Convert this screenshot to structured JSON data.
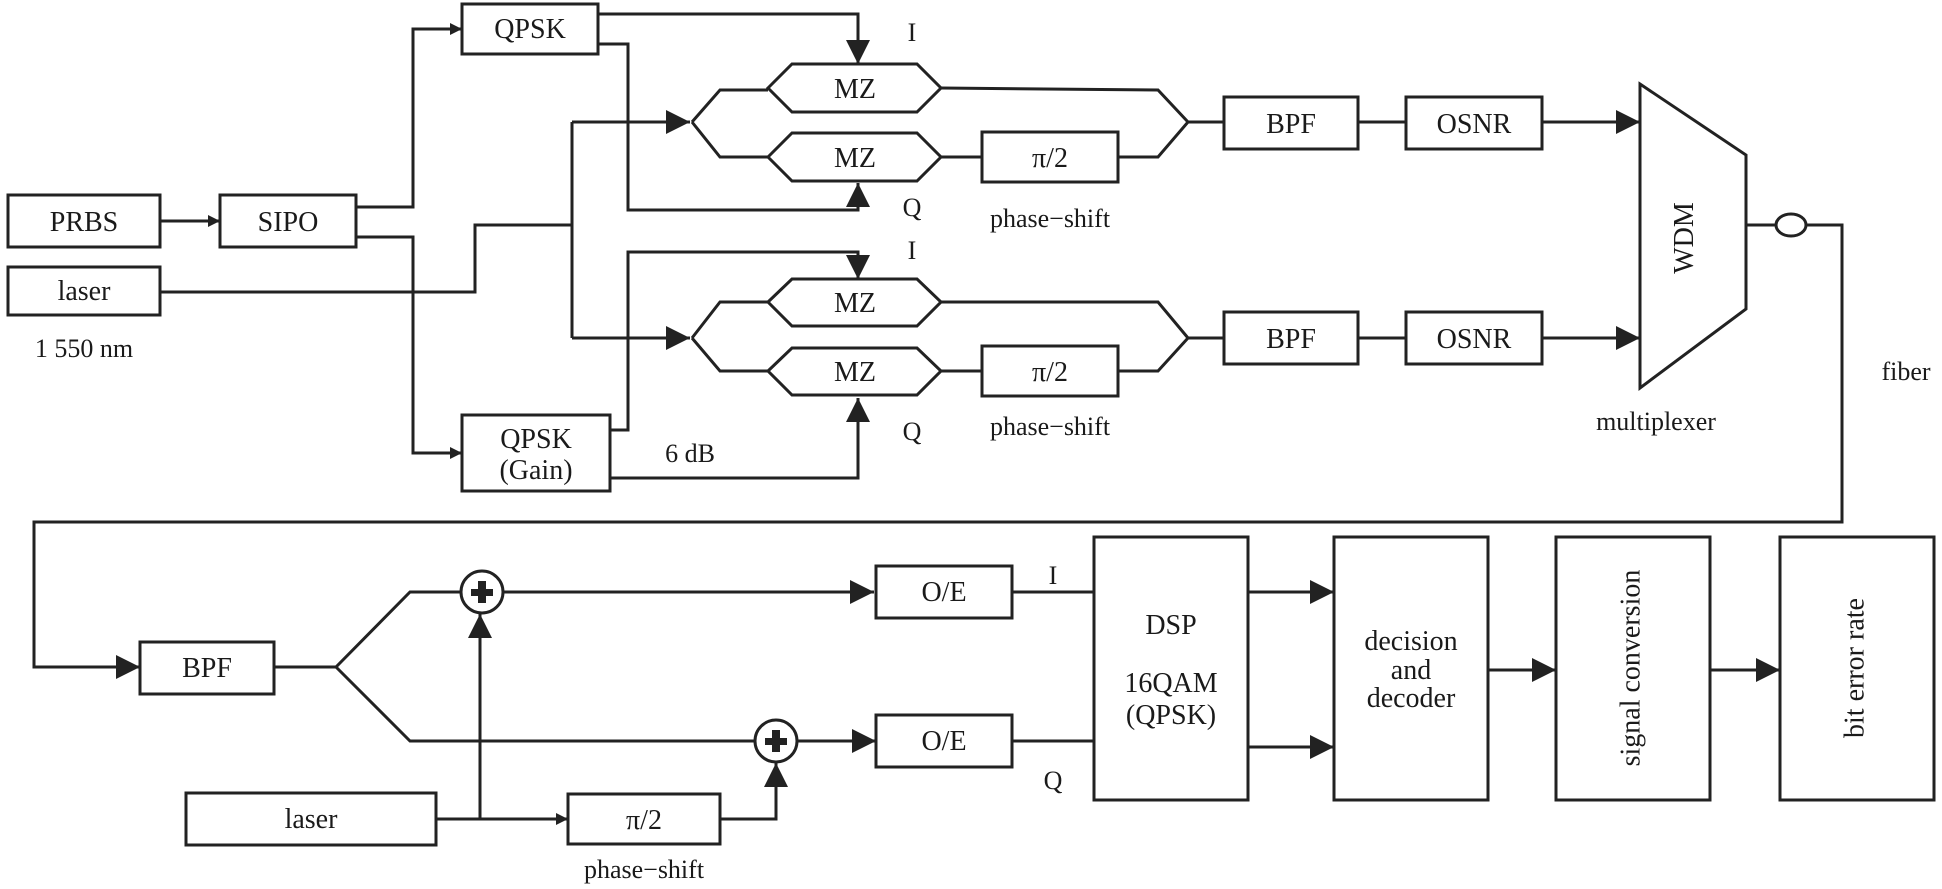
{
  "transmitter": {
    "prbs": "PRBS",
    "sipo": "SIPO",
    "laser": "laser",
    "wavelength": "1 550 nm",
    "qpsk_top": "QPSK",
    "qpsk_bottom_line1": "QPSK",
    "qpsk_bottom_line2": "(Gain)",
    "gain_label": "6 dB",
    "branch1": {
      "mz_i": "MZ",
      "mz_q": "MZ",
      "label_i": "I",
      "label_q": "Q",
      "shifter": "π/2",
      "shifter_caption": "phase−shift",
      "bpf": "BPF",
      "osnr": "OSNR"
    },
    "branch2": {
      "mz_i": "MZ",
      "mz_q": "MZ",
      "label_i": "I",
      "label_q": "Q",
      "shifter": "π/2",
      "shifter_caption": "phase−shift",
      "bpf": "BPF",
      "osnr": "OSNR"
    },
    "wdm": "WDM",
    "multiplexer_caption": "multiplexer",
    "fiber_caption": "fiber"
  },
  "receiver": {
    "bpf": "BPF",
    "laser": "laser",
    "shifter": "π/2",
    "shifter_caption": "phase−shift",
    "oe_i": "O/E",
    "oe_q": "O/E",
    "label_i": "I",
    "label_q": "Q",
    "dsp_line1": "DSP",
    "dsp_line2": "16QAM",
    "dsp_line3": "(QPSK)",
    "decoder_line1": "decision",
    "decoder_line2": "and",
    "decoder_line3": "decoder",
    "signal_conversion": "signal conversion",
    "bit_error_rate": "bit error rate"
  }
}
